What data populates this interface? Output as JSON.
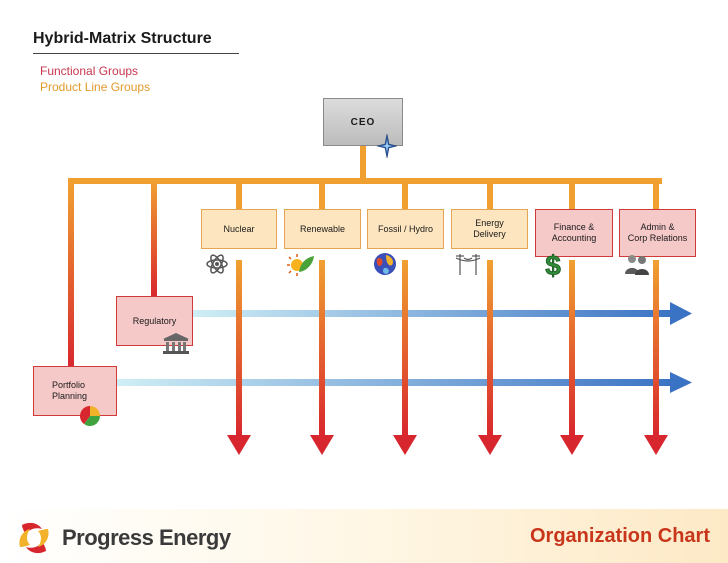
{
  "header": {
    "title": "Hybrid-Matrix Structure",
    "legend": [
      {
        "label": "Functional Groups",
        "color": "#c8364e"
      },
      {
        "label": "Product Line Groups",
        "color": "#e19a2c"
      }
    ]
  },
  "ceo": {
    "label": "CEO"
  },
  "product_lines": [
    {
      "label": "Nuclear",
      "icon": "atom-icon"
    },
    {
      "label": "Renewable",
      "icon": "sun-leaf-icon"
    },
    {
      "label": "Fossil / Hydro",
      "icon": "globe-icon"
    }
  ],
  "functional_top": [
    {
      "label": "Energy\nDelivery",
      "icon": "power-pole-icon"
    },
    {
      "label": "Finance &\nAccounting",
      "icon": "dollar-icon"
    },
    {
      "label": "Admin &\nCorp Relations",
      "icon": "people-icon"
    }
  ],
  "functional_side": [
    {
      "label": "Regulatory",
      "icon": "building-icon"
    },
    {
      "label": "Portfolio\nPlanning",
      "icon": "pie-chart-icon"
    }
  ],
  "footer": {
    "brand": "Progress Energy",
    "title": "Organization Chart"
  },
  "colors": {
    "trunk_orange": "#f0a030",
    "arrow_red": "#d8262e",
    "arrow_blue": "#3b73c4",
    "arrow_blue_light": "#bfe3ee"
  }
}
